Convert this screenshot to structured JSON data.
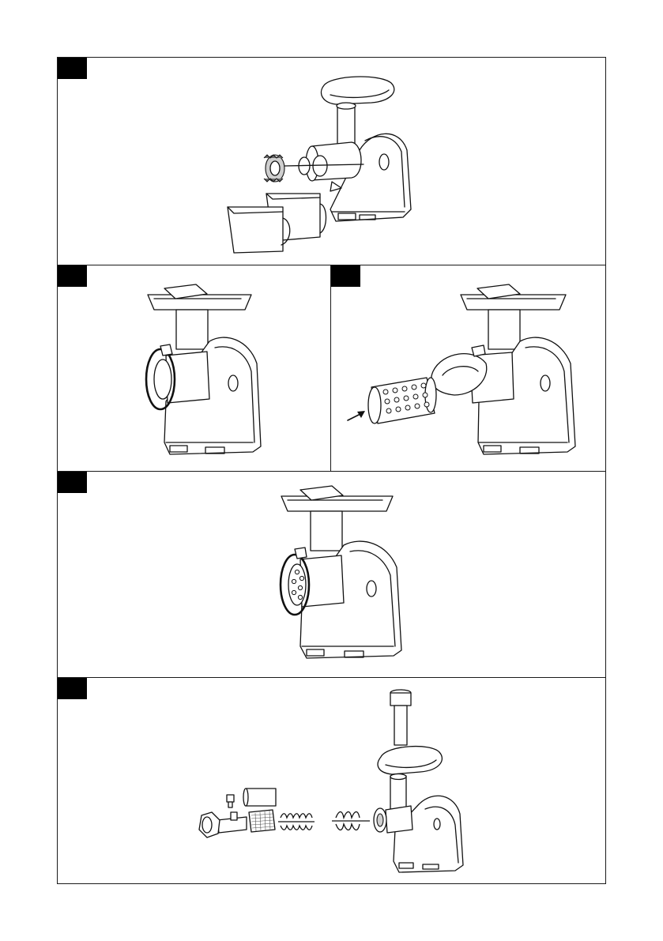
{
  "page": {
    "steps": [
      {
        "id": "panel-1",
        "tag_color": "#000000"
      },
      {
        "id": "panel-2a",
        "tag_color": "#000000"
      },
      {
        "id": "panel-2b",
        "tag_color": "#000000"
      },
      {
        "id": "panel-3",
        "tag_color": "#000000"
      },
      {
        "id": "panel-4",
        "tag_color": "#000000"
      }
    ],
    "line_color": "#1a1a1a"
  }
}
